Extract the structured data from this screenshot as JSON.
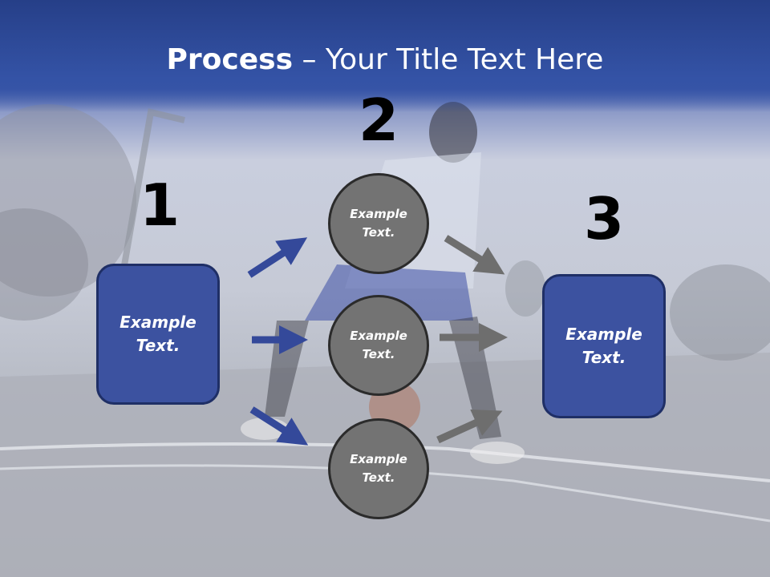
{
  "title": {
    "bold": "Process",
    "rest": " – Your Title Text Here"
  },
  "steps": [
    {
      "number": "1",
      "text": "Example\nText."
    },
    {
      "number": "2",
      "circles": [
        "Example\nText.",
        "Example\nText.",
        "Example\nText."
      ]
    },
    {
      "number": "3",
      "text": "Example\nText."
    }
  ],
  "colors": {
    "title_bar": "#3453a6",
    "box_fill": "#3c52a0",
    "box_border": "#1f2f66",
    "circle_fill": "#737373",
    "circle_border": "#2b2b2b",
    "blue_arrow": "#34499a",
    "gray_arrow": "#6e6e6e"
  },
  "icons": {
    "left_arrows": "arrow-right-icon",
    "right_arrows": "arrow-right-icon"
  }
}
